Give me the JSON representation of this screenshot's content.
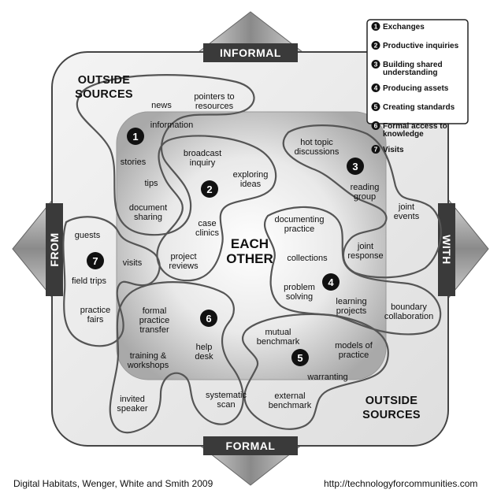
{
  "arrows": {
    "top": "INFORMAL",
    "bottom": "FORMAL",
    "left": "FROM",
    "right": "WITH"
  },
  "headers": {
    "outside_top": [
      "OUTSIDE",
      "SOURCES"
    ],
    "outside_bottom": [
      "OUTSIDE",
      "SOURCES"
    ],
    "center": [
      "EACH",
      "OTHER"
    ]
  },
  "legend": [
    {
      "num": "1",
      "text": [
        "Exchanges"
      ]
    },
    {
      "num": "2",
      "text": [
        "Productive inquiries"
      ]
    },
    {
      "num": "3",
      "text": [
        "Building shared",
        "understanding"
      ]
    },
    {
      "num": "4",
      "text": [
        "Producing assets"
      ]
    },
    {
      "num": "5",
      "text": [
        "Creating standards"
      ]
    },
    {
      "num": "6",
      "text": [
        "Formal access to",
        "knowledge"
      ]
    },
    {
      "num": "7",
      "text": [
        "Visits"
      ]
    }
  ],
  "region_numbers": [
    "1",
    "2",
    "3",
    "4",
    "5",
    "6",
    "7"
  ],
  "activities": [
    {
      "id": "news",
      "lines": [
        "news"
      ]
    },
    {
      "id": "pointers",
      "lines": [
        "pointers to",
        "resources"
      ]
    },
    {
      "id": "information",
      "lines": [
        "information"
      ]
    },
    {
      "id": "stories",
      "lines": [
        "stories"
      ]
    },
    {
      "id": "tips",
      "lines": [
        "tips"
      ]
    },
    {
      "id": "document-sharing",
      "lines": [
        "document",
        "sharing"
      ]
    },
    {
      "id": "broadcast-inquiry",
      "lines": [
        "broadcast",
        "inquiry"
      ]
    },
    {
      "id": "exploring-ideas",
      "lines": [
        "exploring",
        "ideas"
      ]
    },
    {
      "id": "case-clinics",
      "lines": [
        "case",
        "clinics"
      ]
    },
    {
      "id": "project-reviews",
      "lines": [
        "project",
        "reviews"
      ]
    },
    {
      "id": "hot-topic",
      "lines": [
        "hot topic",
        "discussions"
      ]
    },
    {
      "id": "reading-group",
      "lines": [
        "reading",
        "group"
      ]
    },
    {
      "id": "joint-events",
      "lines": [
        "joint",
        "events"
      ]
    },
    {
      "id": "documenting-practice",
      "lines": [
        "documenting",
        "practice"
      ]
    },
    {
      "id": "collections",
      "lines": [
        "collections"
      ]
    },
    {
      "id": "joint-response",
      "lines": [
        "joint",
        "response"
      ]
    },
    {
      "id": "problem-solving",
      "lines": [
        "problem",
        "solving"
      ]
    },
    {
      "id": "learning-projects",
      "lines": [
        "learning",
        "projects"
      ]
    },
    {
      "id": "boundary-collaboration",
      "lines": [
        "boundary",
        "collaboration"
      ]
    },
    {
      "id": "guests",
      "lines": [
        "guests"
      ]
    },
    {
      "id": "visits",
      "lines": [
        "visits"
      ]
    },
    {
      "id": "field-trips",
      "lines": [
        "field trips"
      ]
    },
    {
      "id": "practice-fairs",
      "lines": [
        "practice",
        "fairs"
      ]
    },
    {
      "id": "formal-practice-transfer",
      "lines": [
        "formal",
        "practice",
        "transfer"
      ]
    },
    {
      "id": "training-workshops",
      "lines": [
        "training &",
        "workshops"
      ]
    },
    {
      "id": "help-desk",
      "lines": [
        "help",
        "desk"
      ]
    },
    {
      "id": "invited-speaker",
      "lines": [
        "invited",
        "speaker"
      ]
    },
    {
      "id": "systematic-scan",
      "lines": [
        "systematic",
        "scan"
      ]
    },
    {
      "id": "mutual-benchmark",
      "lines": [
        "mutual",
        "benchmark"
      ]
    },
    {
      "id": "models-of-practice",
      "lines": [
        "models of",
        "practice"
      ]
    },
    {
      "id": "warranting",
      "lines": [
        "warranting"
      ]
    },
    {
      "id": "external-benchmark",
      "lines": [
        "external",
        "benchmark"
      ]
    }
  ],
  "captions": {
    "left": "Digital Habitats, Wenger, White and Smith 2009",
    "right": "http://technologyforcommunities.com"
  }
}
